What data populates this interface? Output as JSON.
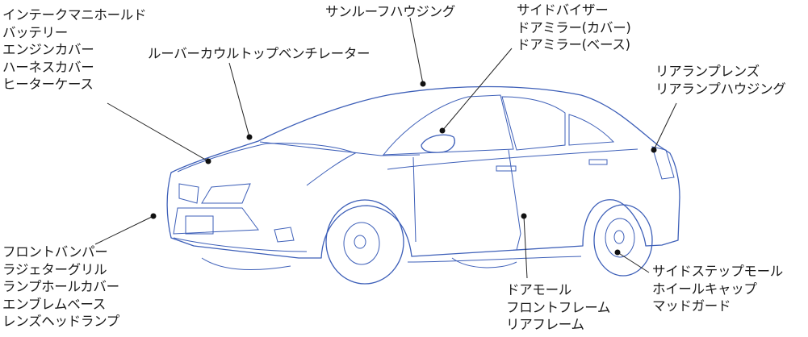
{
  "colors": {
    "car_outline": "#3d5fb8",
    "leader_line": "#222222",
    "text": "#1a1a1a"
  },
  "labels": {
    "engine_group": [
      "インテークマニホールド",
      "バッテリー",
      "エンジンカバー",
      "ハーネスカバー",
      "ヒーターケース"
    ],
    "sunroof": [
      "サンルーフハウジング"
    ],
    "cowl": [
      "ルーバーカウルトップベンチレーター"
    ],
    "mirror_group": [
      "サイドバイザー",
      "ドアミラー(カバー)",
      "ドアミラー(ベース)"
    ],
    "rear_lamp_group": [
      "リアランプレンズ",
      "リアランプハウジング"
    ],
    "front_group": [
      "フロントバンパー",
      "ラジェターグリル",
      "ランプホールカバー",
      "エンブレムベース",
      "レンズヘッドランプ"
    ],
    "door_group": [
      "ドアモール",
      "フロントフレーム",
      "リアフレーム"
    ],
    "wheel_group": [
      "サイドステップモール",
      "ホイールキャップ",
      "マッドガード"
    ]
  }
}
